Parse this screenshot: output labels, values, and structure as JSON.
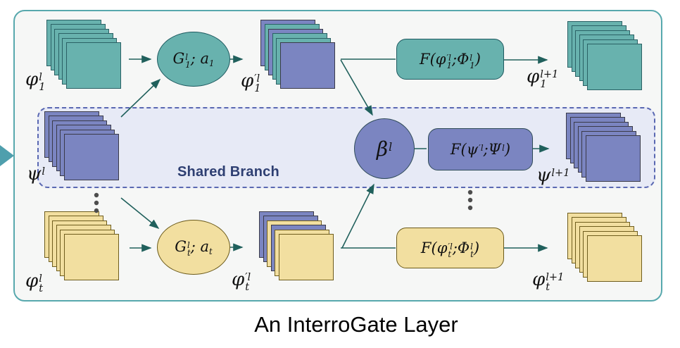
{
  "caption": "An InterroGate Layer",
  "shared_branch": {
    "label": "Shared Branch"
  },
  "colors": {
    "teal": "#68b2ae",
    "teal_border": "#2a6165",
    "purple": "#7b85c1",
    "purple_border": "#3a3a48",
    "yellow": "#f2dfa0",
    "yellow_border": "#6f5d1d",
    "frame_border": "#57a8ad",
    "frame_bg": "#f6f7f6",
    "shared_box_bg": "#e7eaf6",
    "shared_box_border": "#5a68b2",
    "shared_text": "#2e3f72",
    "arrow": "#20605c",
    "entry_arrow": "#4f9fad",
    "dots": "#4d4d4d"
  },
  "labels": {
    "phi1": {
      "base": "φ",
      "sup": "l",
      "sub": "1"
    },
    "phi1_prime": {
      "base": "φ",
      "sup": "′l",
      "sub": "1"
    },
    "phi1_next": {
      "base": "φ",
      "sup": "l+1",
      "sub": "1"
    },
    "psi": {
      "base": "ψ",
      "sup": "l",
      "sub": ""
    },
    "psi_next": {
      "base": "ψ",
      "sup": "l+1",
      "sub": ""
    },
    "phit": {
      "base": "φ",
      "sup": "l",
      "sub": "t"
    },
    "phit_prime": {
      "base": "φ",
      "sup": "′l",
      "sub": "t"
    },
    "phit_next": {
      "base": "φ",
      "sup": "l+1",
      "sub": "t"
    },
    "beta": {
      "base": "β",
      "sup": "l",
      "sub": ""
    }
  },
  "gates": {
    "g1": {
      "base": "G",
      "sup": "l",
      "sub": "1",
      "rest": "; a",
      "rest_sub": "1"
    },
    "gt": {
      "base": "G",
      "sup": "l",
      "sub": "t",
      "rest": "; a",
      "rest_sub": "t"
    }
  },
  "fboxes": {
    "f1": {
      "prefix": "F(",
      "arg1": {
        "base": "φ",
        "sup": "′l",
        "sub": "1"
      },
      "sep": ";",
      "arg2": {
        "base": "Φ",
        "sup": "l",
        "sub": "1"
      },
      "suffix": ")"
    },
    "fpsi": {
      "prefix": "F(",
      "arg1": {
        "base": "ψ",
        "sup": "′l",
        "sub": ""
      },
      "sep": ";",
      "arg2": {
        "base": "Ψ",
        "sup": "l",
        "sub": ""
      },
      "suffix": ")"
    },
    "ft": {
      "prefix": "F(",
      "arg1": {
        "base": "φ",
        "sup": "′l",
        "sub": "t"
      },
      "sep": ";",
      "arg2": {
        "base": "Φ",
        "sup": "l",
        "sub": "t"
      },
      "suffix": ")"
    }
  },
  "stacks": {
    "phi1": {
      "layers": [
        "teal",
        "teal",
        "teal",
        "teal",
        "teal",
        "teal"
      ]
    },
    "phi1_prime": {
      "layers": [
        "purple",
        "teal",
        "purple",
        "teal",
        "teal",
        "purple"
      ]
    },
    "phi1_next": {
      "layers": [
        "teal",
        "teal",
        "teal",
        "teal",
        "teal",
        "teal"
      ]
    },
    "psi": {
      "layers": [
        "purple",
        "purple",
        "purple",
        "purple",
        "purple",
        "purple"
      ]
    },
    "psi_next": {
      "layers": [
        "purple",
        "purple",
        "purple",
        "purple",
        "purple",
        "purple"
      ]
    },
    "phit": {
      "layers": [
        "yellow",
        "yellow",
        "yellow",
        "yellow",
        "yellow",
        "yellow"
      ]
    },
    "phit_prime": {
      "layers": [
        "purple",
        "purple",
        "yellow",
        "purple",
        "yellow",
        "yellow"
      ]
    },
    "phit_next": {
      "layers": [
        "yellow",
        "yellow",
        "yellow",
        "yellow",
        "yellow",
        "yellow"
      ]
    }
  }
}
